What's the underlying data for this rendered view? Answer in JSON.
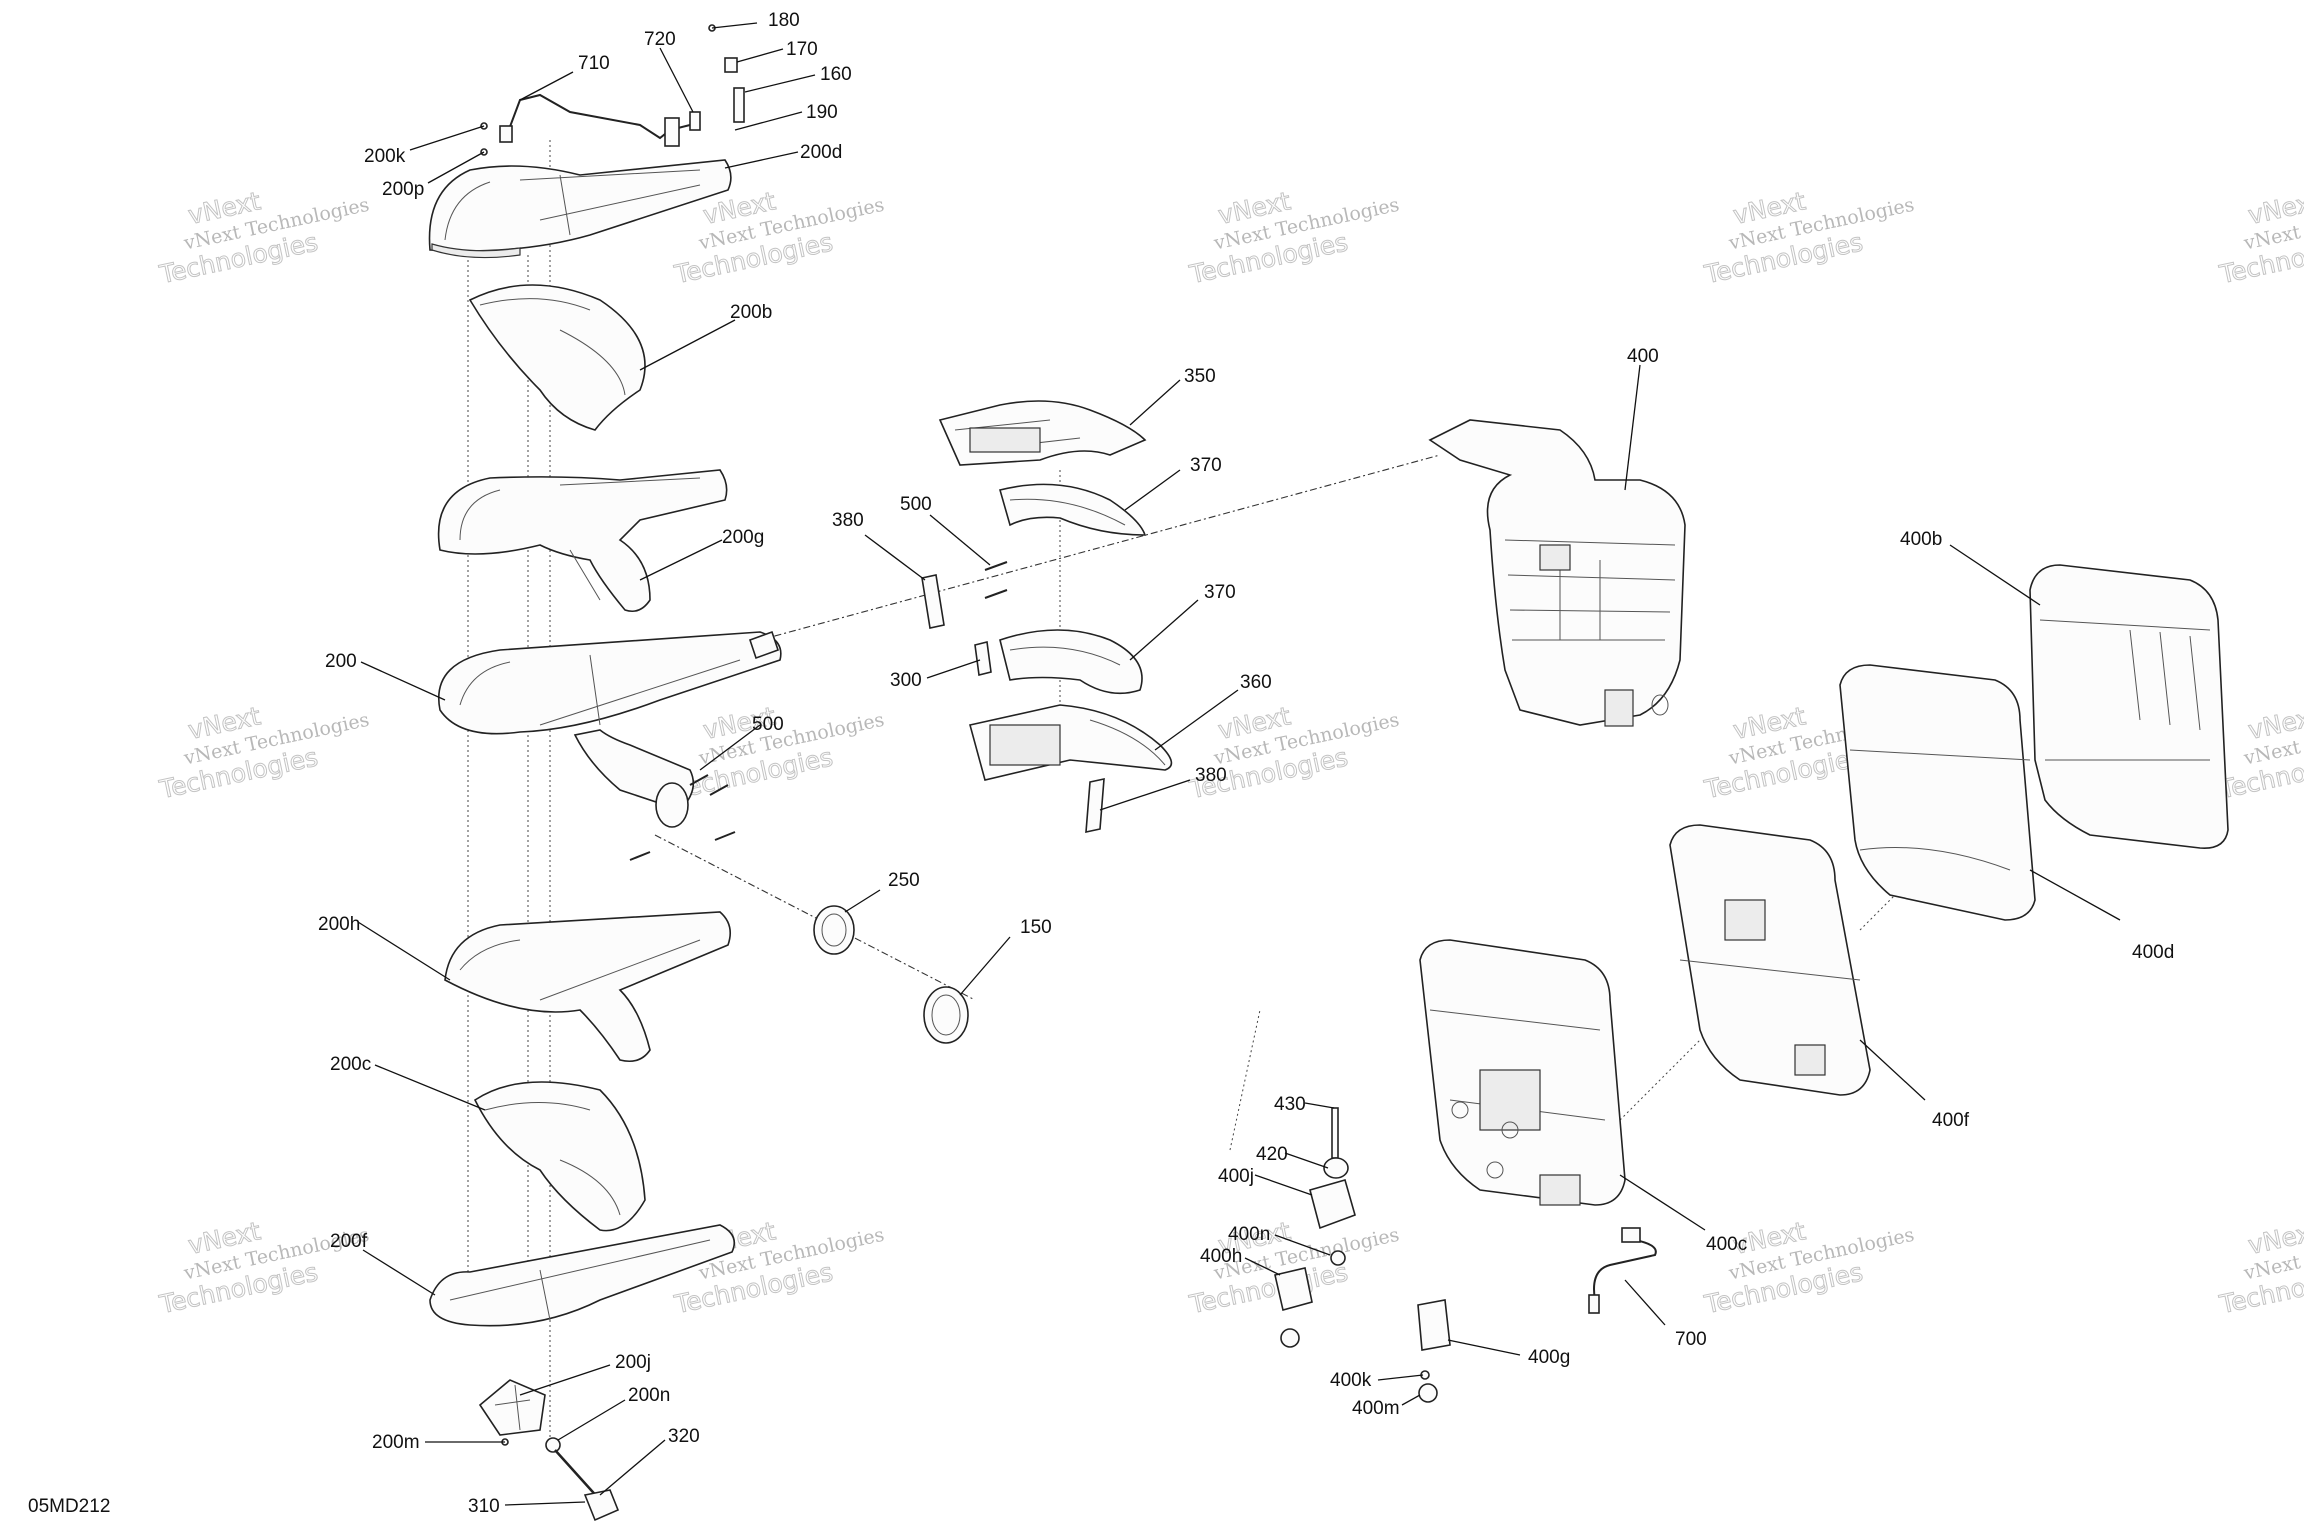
{
  "diagram_code": "05MD212",
  "watermark": {
    "line1": "vNext Technologies",
    "line2": "Technologies",
    "line2_prefix": "vNext"
  },
  "callouts": {
    "c180": "180",
    "c170": "170",
    "c160": "160",
    "c190": "190",
    "c720": "720",
    "c710": "710",
    "c200k": "200k",
    "c200p": "200p",
    "c200d": "200d",
    "c200b": "200b",
    "c200g": "200g",
    "c200": "200",
    "c200h": "200h",
    "c200c": "200c",
    "c200f": "200f",
    "c200j": "200j",
    "c200n": "200n",
    "c200m": "200m",
    "c320": "320",
    "c310": "310",
    "c350": "350",
    "c370a": "370",
    "c370b": "370",
    "c380a": "380",
    "c380b": "380",
    "c500a": "500",
    "c500b": "500",
    "c300": "300",
    "c360": "360",
    "c250": "250",
    "c150": "150",
    "c400": "400",
    "c400b": "400b",
    "c400d": "400d",
    "c400f": "400f",
    "c400c": "400c",
    "c430": "430",
    "c420": "420",
    "c400j": "400j",
    "c400n": "400n",
    "c400h": "400h",
    "c400g": "400g",
    "c400k": "400k",
    "c400m": "400m",
    "c700": "700"
  }
}
